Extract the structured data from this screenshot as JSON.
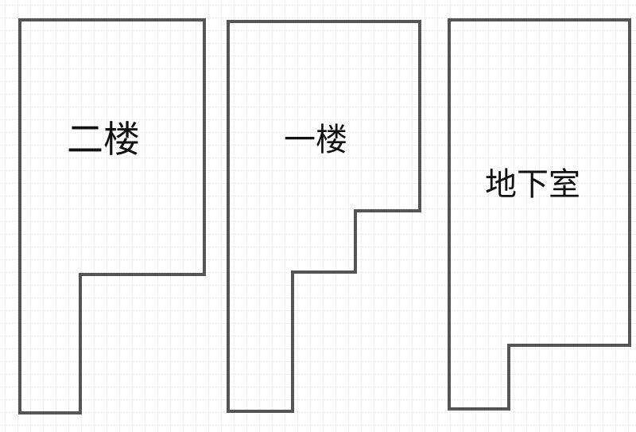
{
  "rooms": [
    {
      "label": "二楼"
    },
    {
      "label": "一楼"
    },
    {
      "label": "地下室"
    }
  ],
  "colors": {
    "outline": "#555555",
    "grid": "#d6d6d6",
    "background": "#ffffff"
  }
}
